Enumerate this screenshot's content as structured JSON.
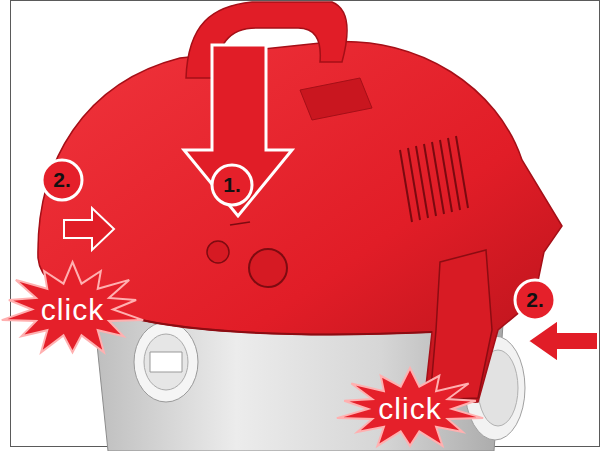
{
  "diagram": {
    "nodes": [
      {
        "text": [
          "1."
        ]
      },
      {
        "text": [
          "2."
        ]
      },
      {
        "text": [
          "2."
        ]
      },
      {
        "text": [
          "click"
        ]
      },
      {
        "text": [
          "click"
        ]
      }
    ]
  }
}
